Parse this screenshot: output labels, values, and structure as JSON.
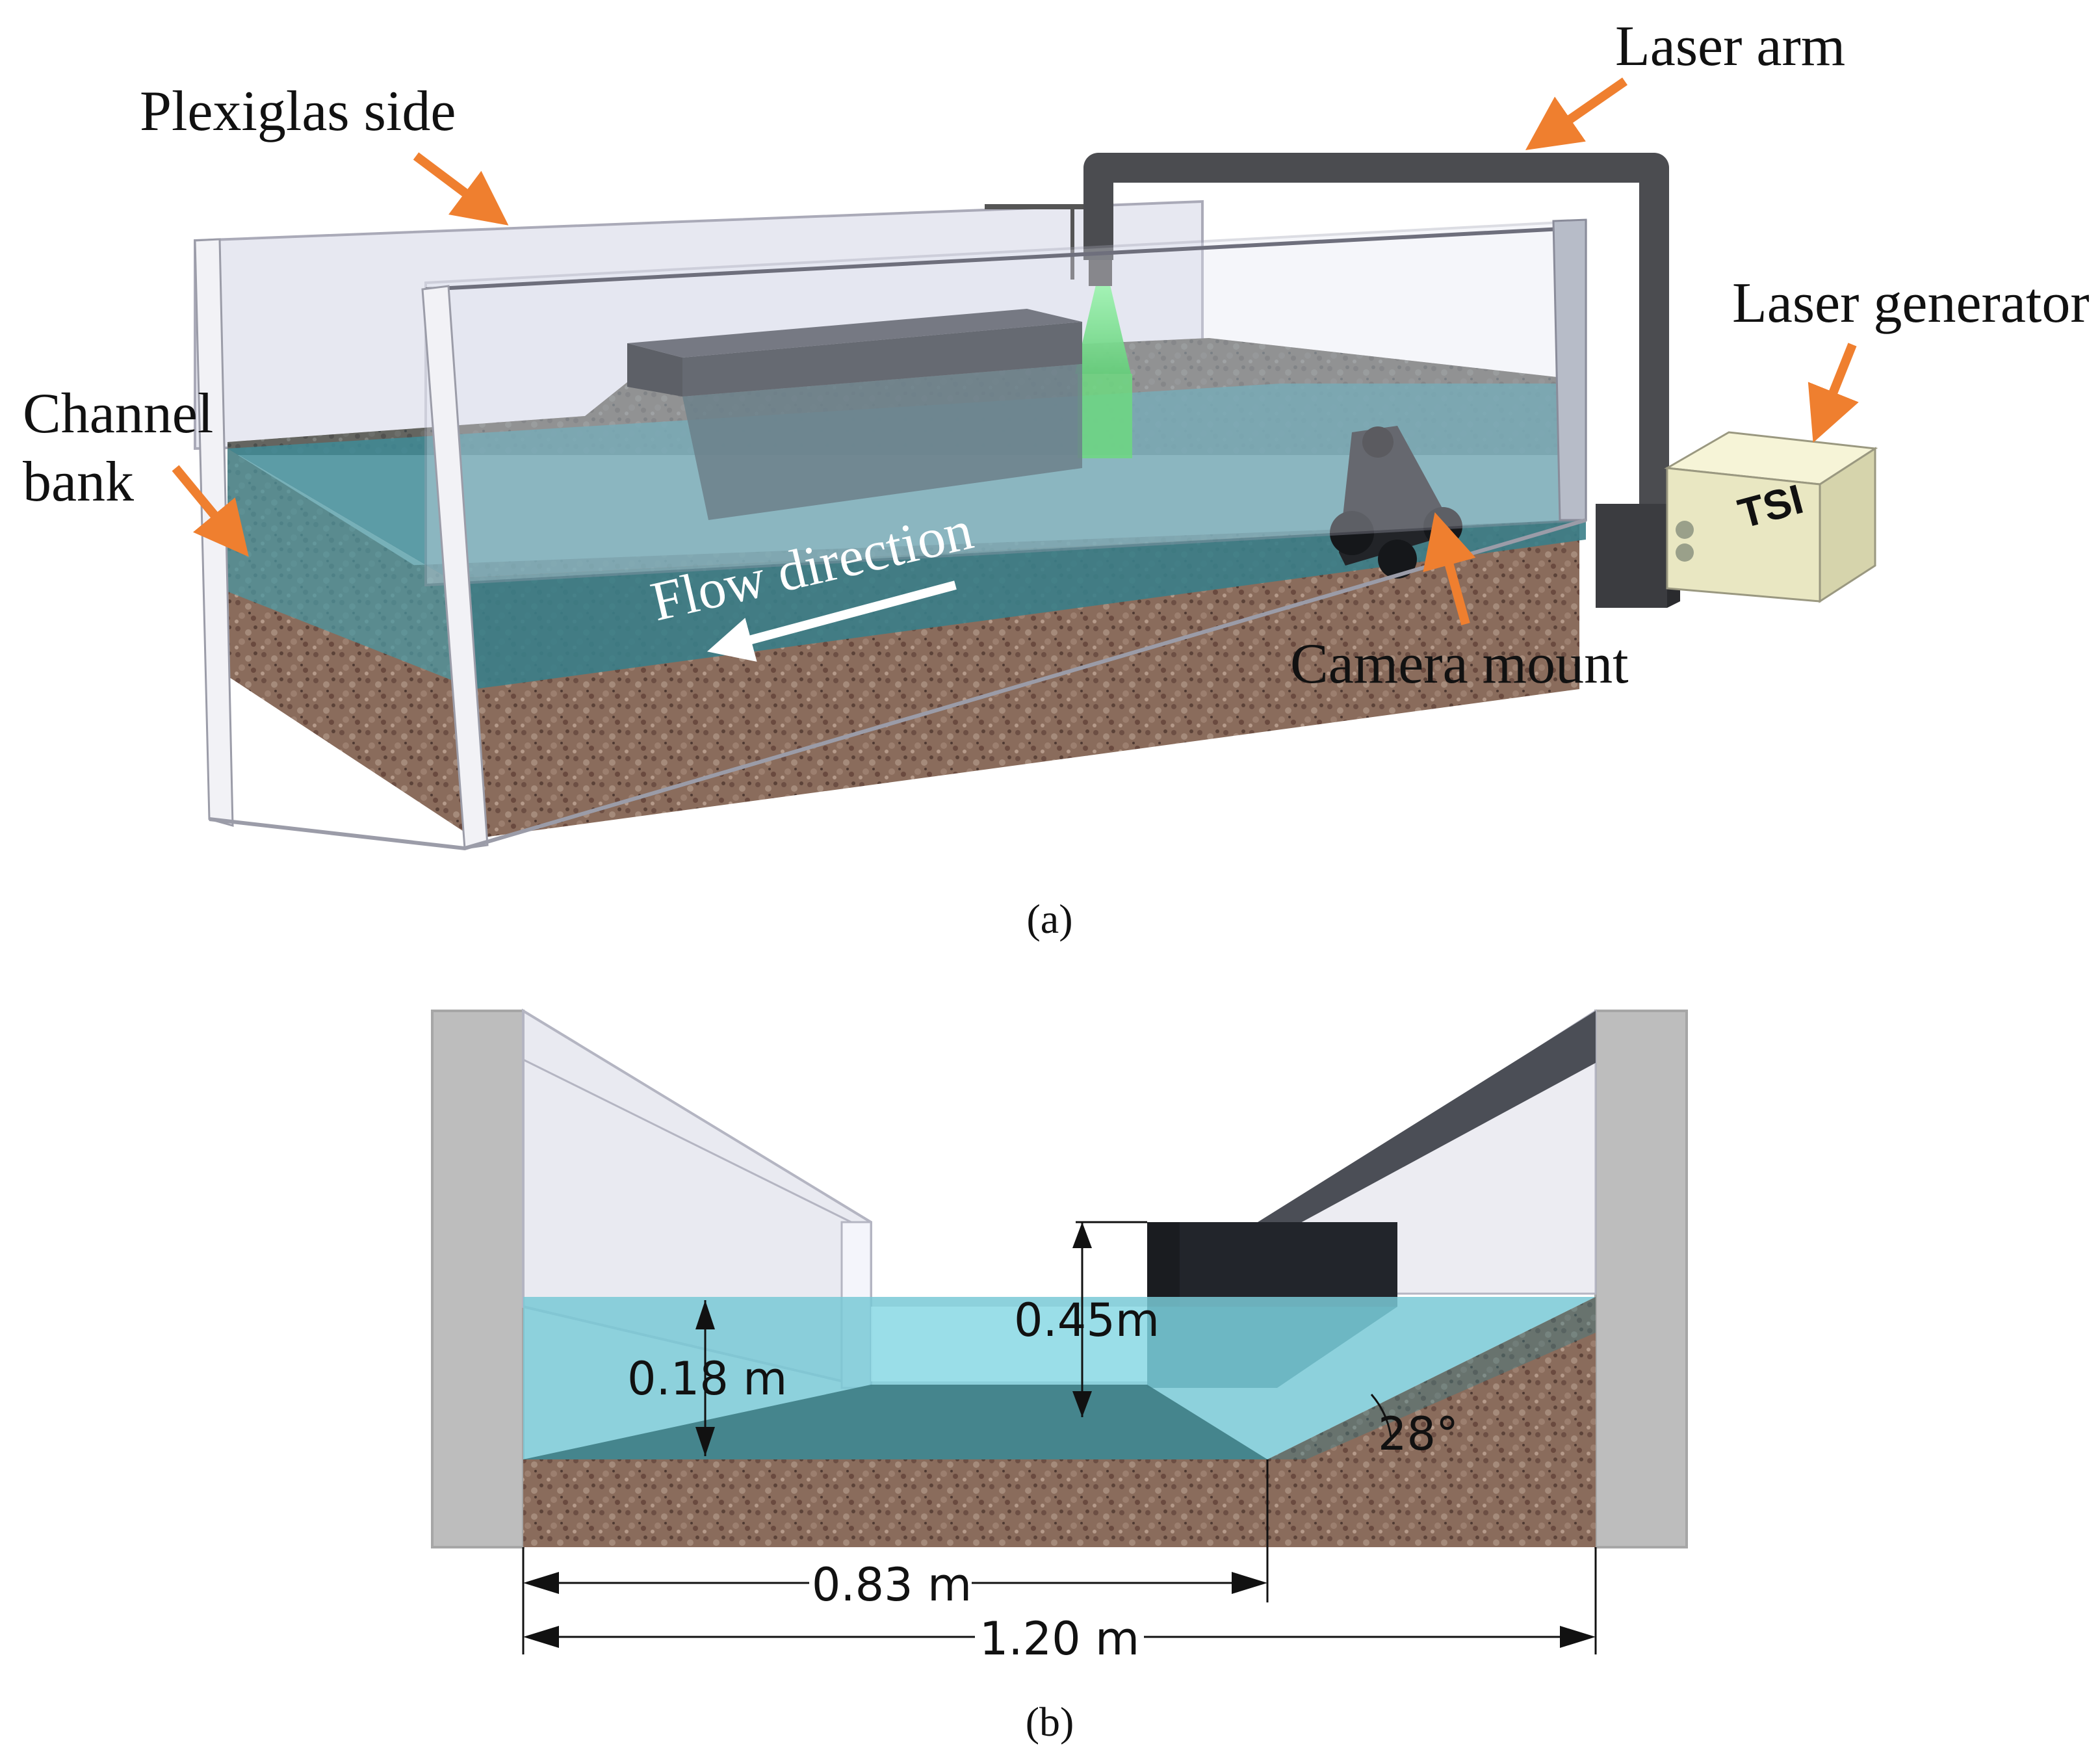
{
  "panel_a": {
    "labels": {
      "plexiglas_side": "Plexiglas side",
      "laser_arm": "Laser arm",
      "laser_generator": "Laser generator",
      "channel_bank_line1": "Channel",
      "channel_bank_line2": "bank",
      "camera_mount": "Camera mount",
      "flow_direction": "Flow direction"
    },
    "logo_text": "TSI",
    "caption": "(a)"
  },
  "panel_b": {
    "dimensions": {
      "structure_height": "0.45m",
      "water_depth": "0.18 m",
      "bank_angle": "28°",
      "bed_width": "0.83 m",
      "total_width": "1.20 m"
    },
    "caption": "(b)"
  },
  "colors": {
    "arrow_orange": "#ef7f2f",
    "water": "#3f8c99",
    "water_light": "#7fd6e6",
    "sediment": "#8a6a5a",
    "structure": "#23272e",
    "laser_green": "#31d24a",
    "generator": "#efedc6",
    "arm_gray": "#4b4c50",
    "plexiglas": "#e9eaf2"
  }
}
